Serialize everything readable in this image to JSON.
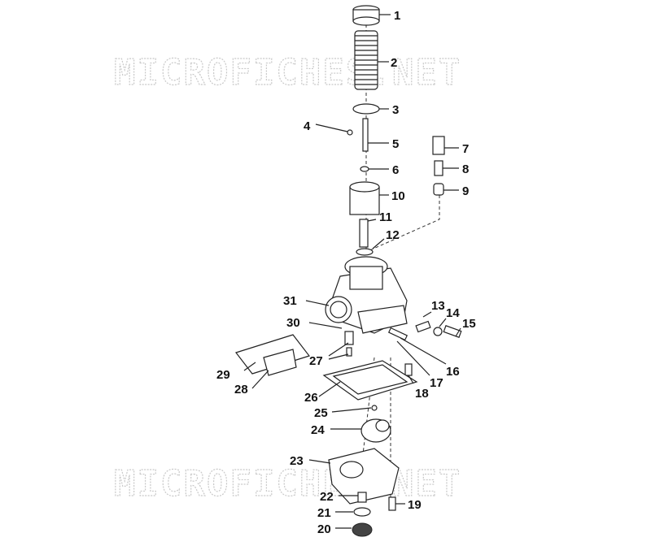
{
  "watermark": "MICROFICHES.NET",
  "callouts": [
    "1",
    "2",
    "3",
    "4",
    "5",
    "6",
    "7",
    "8",
    "9",
    "10",
    "11",
    "12",
    "13",
    "14",
    "15",
    "16",
    "17",
    "18",
    "19",
    "20",
    "21",
    "22",
    "23",
    "24",
    "25",
    "26",
    "27",
    "28",
    "29",
    "30",
    "31"
  ]
}
